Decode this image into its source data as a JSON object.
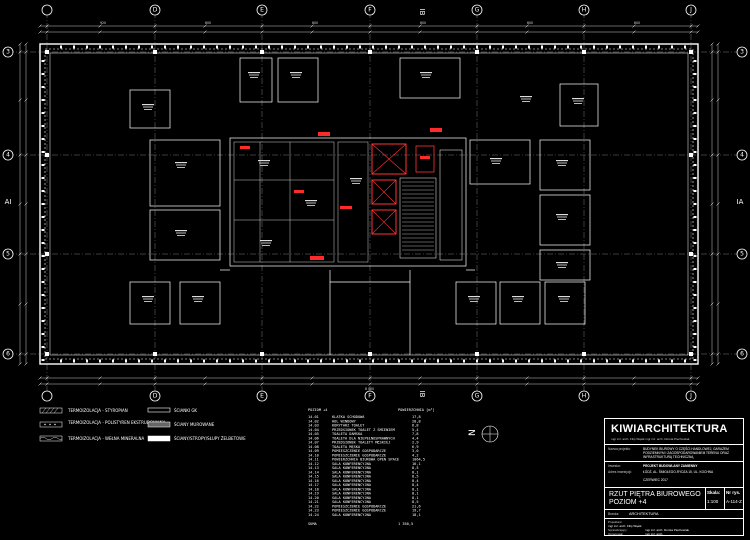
{
  "grid": {
    "columns": [
      "D",
      "E",
      "F",
      "G",
      "H",
      "J"
    ],
    "rows": [
      "3",
      "4",
      "5",
      "6"
    ],
    "section_mark_top": "IB",
    "section_mark_bottom": "IB",
    "section_mark_left": "AI",
    "section_mark_right": "IA"
  },
  "dimensions": {
    "top_segments": [
      "920",
      "600",
      "600",
      "600",
      "600",
      "600",
      "600"
    ],
    "bottom_total": "8 000"
  },
  "legend": [
    {
      "label": "TERMOIZOLACJA - STYROPIAN",
      "pattern": "hatch"
    },
    {
      "label": "TERMOIZOLACJA - POLISTYREN EKSTRUDOWANY",
      "pattern": "dots"
    },
    {
      "label": "TERMOIZOLACJA - WEŁNA MINERALNA",
      "pattern": "wave"
    },
    {
      "label": "ŚCIANKI GK",
      "pattern": "outline"
    },
    {
      "label": "ŚCIANY MUROWANE",
      "pattern": "hatch-light"
    },
    {
      "label": "ŚCIANY/STROPY/SŁUPY ŻELBETOWE",
      "pattern": "solid"
    }
  ],
  "room_table": {
    "title": "POZIOM +4",
    "headers": [
      "",
      "",
      "POWIERZCHNIA [m²]"
    ],
    "rows": [
      [
        "14.01",
        "KLATKA SCHODOWA",
        "17,8"
      ],
      [
        "14.02",
        "HOL WINDOWY",
        "20,8"
      ],
      [
        "14.03",
        "KORYTARZ TOALET",
        "6,8"
      ],
      [
        "14.04",
        "PRZEDSIONEK TOALET Z ŚMIENIEM",
        "5,4"
      ],
      [
        "14.05",
        "TOALETA DAMSKA",
        "7,8"
      ],
      [
        "14.06",
        "TOALETA DLA NIEPEŁNOSPRAWNYCH",
        "4,4"
      ],
      [
        "14.07",
        "PRZEDSIONEK TOALETY MĘSKIEJ",
        "2,9"
      ],
      [
        "14.08",
        "TOALETA MĘSKA",
        "6,9"
      ],
      [
        "14.09",
        "POMIESZCZENIE GOSPODARCZE",
        "3,0"
      ],
      [
        "14.10",
        "POMIESZCZENIE GOSPODARCZE",
        "4,2"
      ],
      [
        "14.11",
        "POWIERZCHNIA BIUROWA OPEN SPACE",
        "1064,5"
      ],
      [
        "14.12",
        "SALA KONFERENCYJNA",
        "16,1"
      ],
      [
        "14.13",
        "SALA KONFERENCYJNA",
        "8,5"
      ],
      [
        "14.14",
        "SALA KONFERENCYJNA",
        "8,1"
      ],
      [
        "14.15",
        "SALA KONFERENCYJNA",
        "8,5"
      ],
      [
        "14.16",
        "SALA KONFERENCYJNA",
        "8,4"
      ],
      [
        "14.17",
        "SALA KONFERENCYJNA",
        "8,4"
      ],
      [
        "14.18",
        "SALA KONFERENCYJNA",
        "8,1"
      ],
      [
        "14.19",
        "SALA KONFERENCYJNA",
        "8,1"
      ],
      [
        "14.20",
        "SALA KONFERENCYJNA",
        "8,1"
      ],
      [
        "14.21",
        "SALA KONFERENCYJNA",
        "8,5"
      ],
      [
        "14.22",
        "POMIESZCZENIE GOSPODARCZE",
        "21,6"
      ],
      [
        "14.23",
        "POMIESZCZENIE GOSPODARCZE",
        "19,7"
      ],
      [
        "14.24",
        "SALA KONFERENCYJNA",
        "18,1"
      ]
    ],
    "sum_label": "SUMA",
    "sum_value": "1 350,5"
  },
  "north_arrow": {
    "letter": "N"
  },
  "title_block": {
    "firm": "KIWIARCHITEKTURA",
    "authors": "mgr inż. arch. Filip Wąsik        mgr inż. arch. Dorota Piechowiak",
    "project_label": "Nazwa projektu:",
    "project_name": "BUDYNEK BIUROWY O CZĘŚCI HANDLOWEJ, GARAŻEM PODZIEMNYM I ZAGOSPODAROWANIEM TERENU ORAZ INFRASTRUKTURĄ TECHNICZNĄ",
    "investor_label": "Inwestor:",
    "investor_text": "PROJEKT BUDOWLANY ZAMIENNY",
    "address_label": "Adres inwestycji:",
    "address_text": "ŁÓDŹ, AL. ŚMIGŁEGO-RYDZA 15, UL. KOCHNA",
    "date": "CZERWIEC 2017",
    "drawing_title": "RZUT PIĘTRA BIUROWEGO POZIOM +4",
    "scale_label": "Skala:",
    "scale_value": "1:100",
    "number_label": "Nr rys.",
    "number_value": "A-114-Z",
    "branch_label": "Branża:",
    "branch_value": "ARCHITEKTURA",
    "designer_label": "Projektant:",
    "designer_value": "mgr inż. arch. Filip Wąsik",
    "checker_label": "Sprawdzający:",
    "checker_value": "mgr inż. arch. Dorota Piechowiak",
    "drafter_label": "Opracował:",
    "drafter_value": "mgr inż. arch."
  }
}
